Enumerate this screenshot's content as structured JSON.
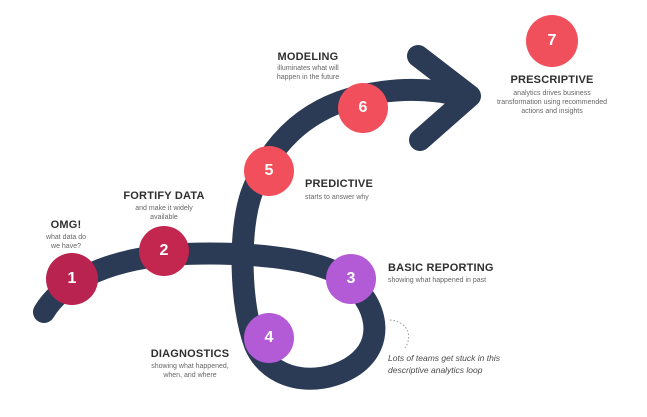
{
  "colors": {
    "path": "#2b3a55",
    "stage_1": "#b8234f",
    "stage_2": "#c3264f",
    "stage_3": "#b35ad6",
    "stage_4": "#b35ad6",
    "stage_5": "#f24f5c",
    "stage_6": "#f24f5c",
    "stage_7": "#f0505c"
  },
  "stages": [
    {
      "number": "1",
      "title": "OMG!",
      "desc": "what data do\nwe have?"
    },
    {
      "number": "2",
      "title": "FORTIFY DATA",
      "desc": "and make it widely\navailable"
    },
    {
      "number": "3",
      "title": "BASIC REPORTING",
      "desc": "showing what happened in past"
    },
    {
      "number": "4",
      "title": "DIAGNOSTICS",
      "desc": "showing what happened,\nwhen, and where"
    },
    {
      "number": "5",
      "title": "PREDICTIVE",
      "desc": "starts to answer why"
    },
    {
      "number": "6",
      "title": "MODELING",
      "desc": "illuminates what will\nhappen in the future"
    },
    {
      "number": "7",
      "title": "PRESCRIPTIVE",
      "desc": "analytics drives business\ntransformation using recommended\nactions and insights"
    }
  ],
  "note": "Lots of teams get stuck in this\ndescriptive analytics loop"
}
